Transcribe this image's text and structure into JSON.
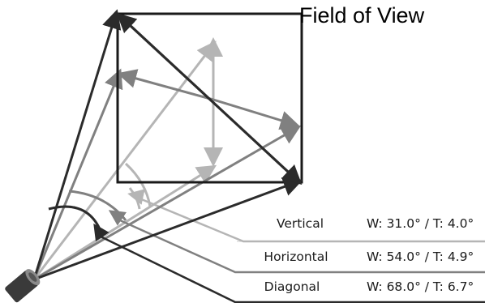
{
  "title": "Field of View",
  "rows": [
    {
      "label": "Vertical",
      "value": "W: 31.0° / T: 4.0°",
      "color": "#b5b5b5"
    },
    {
      "label": "Horizontal",
      "value": "W: 54.0° / T: 4.9°",
      "color": "#808080"
    },
    {
      "label": "Diagonal",
      "value": "W: 68.0° / T: 6.7°",
      "color": "#2b2b2b"
    }
  ],
  "colors": {
    "frame": "#1a1a1a",
    "vertical": "#b5b5b5",
    "horizontal": "#808080",
    "diagonal": "#2b2b2b",
    "camera": "#3a3a3a"
  },
  "icons": {
    "camera": "camera-icon"
  }
}
